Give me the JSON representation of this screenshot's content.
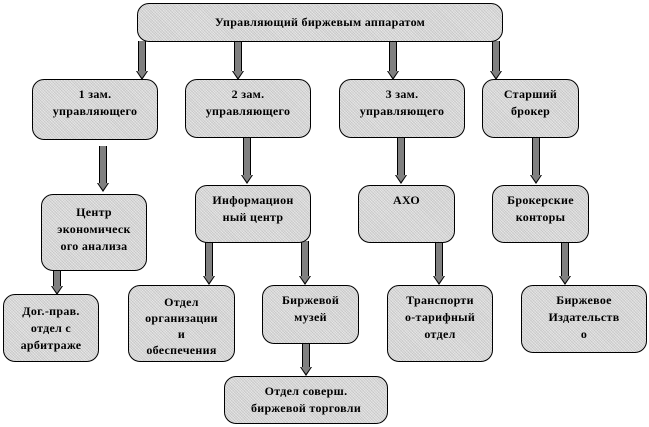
{
  "title": "Управляющий биржевым аппаратом",
  "nodes": {
    "head": {
      "lines": [
        "Управляющий биржевым аппаратом"
      ]
    },
    "deputy1": {
      "lines": [
        "1 зам.",
        "управляющего"
      ]
    },
    "deputy2": {
      "lines": [
        "2 зам.",
        "управляющего"
      ]
    },
    "deputy3": {
      "lines": [
        "3 зам.",
        "управляющего"
      ]
    },
    "senior_broker": {
      "lines": [
        "Старший",
        "брокер"
      ]
    },
    "econ_center": {
      "lines": [
        "Центр",
        "экономическ",
        "ого анализа"
      ]
    },
    "info_center": {
      "lines": [
        "Информацион",
        "ный центр"
      ]
    },
    "aho": {
      "lines": [
        "АХО"
      ]
    },
    "broker_offices": {
      "lines": [
        "Брокерские",
        "конторы"
      ]
    },
    "legal_dept": {
      "lines": [
        "Дог.-прав.",
        "отдел с",
        "арбитраже"
      ]
    },
    "org_dept": {
      "lines": [
        "Отдел",
        "организации",
        "и",
        "обеспечения"
      ]
    },
    "museum": {
      "lines": [
        "Биржевой",
        "музей"
      ]
    },
    "transport_dept": {
      "lines": [
        "Транспорти",
        "о-тарифный",
        "отдел"
      ]
    },
    "publishing": {
      "lines": [
        "Биржевое",
        "Издательств",
        "о"
      ]
    },
    "trading_dept": {
      "lines": [
        "Отдел соверш.",
        "биржевой торговли"
      ]
    }
  },
  "edges": [
    [
      "head",
      "deputy1"
    ],
    [
      "head",
      "deputy2"
    ],
    [
      "head",
      "deputy3"
    ],
    [
      "head",
      "senior_broker"
    ],
    [
      "deputy1",
      "econ_center"
    ],
    [
      "deputy2",
      "info_center"
    ],
    [
      "deputy3",
      "aho"
    ],
    [
      "senior_broker",
      "broker_offices"
    ],
    [
      "econ_center",
      "legal_dept"
    ],
    [
      "info_center",
      "org_dept"
    ],
    [
      "info_center",
      "museum"
    ],
    [
      "aho",
      "transport_dept"
    ],
    [
      "broker_offices",
      "publishing"
    ],
    [
      "museum",
      "trading_dept"
    ]
  ],
  "colors": {
    "box_fill": "#dcdcdc",
    "arrow_fill": "#808080",
    "border": "#000000"
  }
}
